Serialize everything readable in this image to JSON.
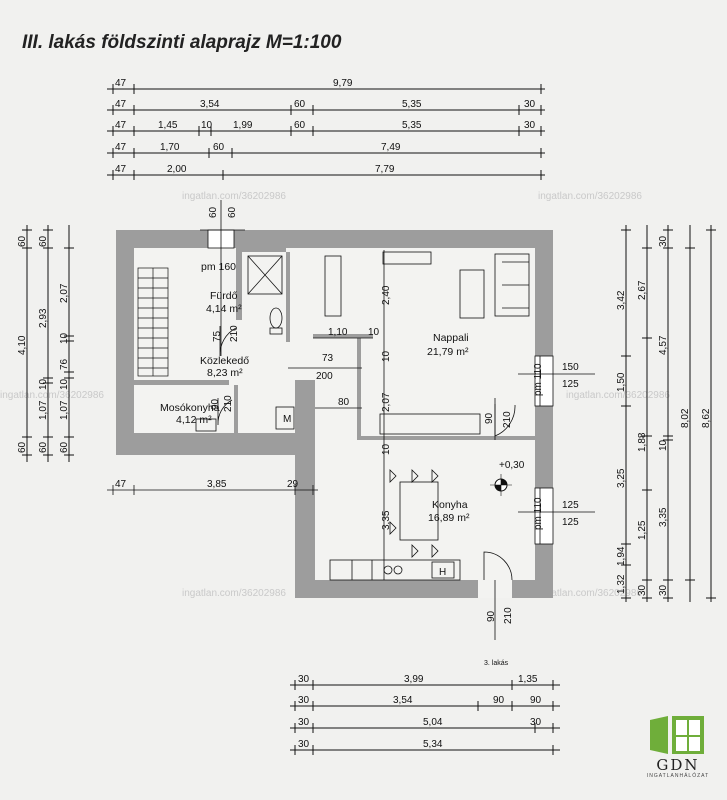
{
  "title": "III. lakás földszinti alaprajz  M=1:100",
  "watermark": "ingatlan.com/36202986",
  "entrance_label": "3. lakás",
  "rooms": {
    "furdo": {
      "name": "Fürdő",
      "area": "4,14 m²",
      "note": "pm 160"
    },
    "kozlekedo": {
      "name": "Közlekedő",
      "area": "8,23 m²"
    },
    "mosokonyha": {
      "name": "Mosókonyha",
      "area": "4,12 m²"
    },
    "nappali": {
      "name": "Nappali",
      "area": "21,79 m²"
    },
    "konyha": {
      "name": "Konyha",
      "area": "16,89 m²"
    }
  },
  "top_dims": [
    [
      "47",
      "9,79"
    ],
    [
      "47",
      "3,54",
      "60",
      "5,35",
      "30"
    ],
    [
      "47",
      "1,45",
      "10",
      "1,99",
      "60",
      "5,35",
      "30"
    ],
    [
      "47",
      "1,70",
      "60",
      "7,49"
    ],
    [
      "47",
      "2,00",
      "7,79"
    ]
  ],
  "bottom_dims": [
    [
      "30",
      "3,99",
      "1,35"
    ],
    [
      "30",
      "3,54",
      "90",
      "90"
    ],
    [
      "30",
      "5,04",
      "30"
    ],
    [
      "30",
      "5,34"
    ]
  ],
  "left_dims": {
    "c1": [
      "60",
      "4,10",
      "60"
    ],
    "c2": [
      "60",
      "2,93",
      "10",
      "1,07",
      "60"
    ],
    "c3": [
      "2,07",
      "10",
      "76",
      "10",
      "1,07",
      "60"
    ]
  },
  "right_dims": {
    "c1": [
      "3,42",
      "1,50",
      "3,25",
      "1,94",
      "1,32"
    ],
    "c2": [
      "2,67",
      "1,88",
      "1,25",
      "30"
    ],
    "c3": [
      "30",
      "4,57",
      "10",
      "3,35",
      "30"
    ],
    "c4": [
      "8,02"
    ],
    "c5": [
      "8,62"
    ]
  },
  "mid_dims": {
    "row": [
      "47",
      "3,85",
      "29"
    ],
    "top_60a": "60",
    "top_60b": "60",
    "v75": "75",
    "v210a": "210",
    "v90a": "90",
    "v210b": "210",
    "h110": "1,10",
    "h10a": "10",
    "h73": "73",
    "h200": "200",
    "h80": "80",
    "v240": "2,40",
    "v207": "2,07",
    "v10a": "10",
    "v10b": "10",
    "v335": "3,35",
    "d90": "90",
    "d210": "210",
    "pm110a": "pm 110",
    "w150": "150",
    "w125a": "125",
    "pm110b": "pm 110",
    "w125b": "125",
    "w125c": "125",
    "level": "+0,30",
    "e90": "90",
    "e210": "210",
    "m_label": "M",
    "h_label": "H"
  },
  "logo": {
    "text": "GDN",
    "sub": "INGATLANHÁLÓZAT"
  }
}
